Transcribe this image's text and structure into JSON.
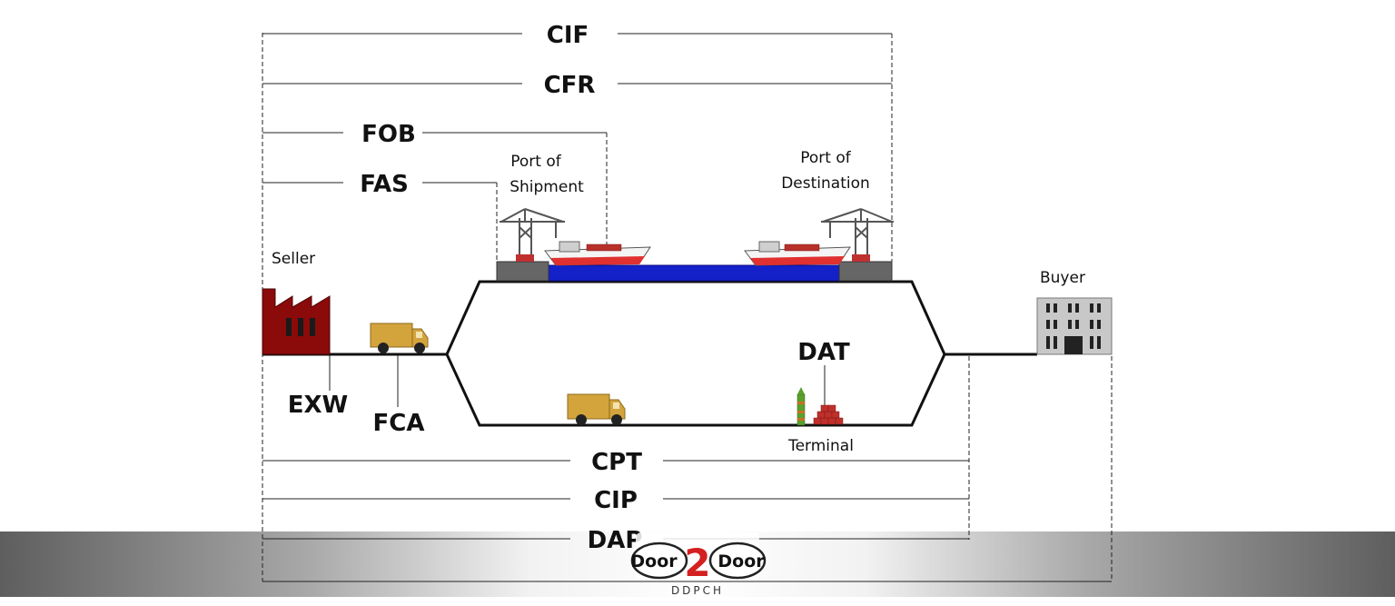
{
  "terms": {
    "cif": "CIF",
    "cfr": "CFR",
    "fob": "FOB",
    "fas": "FAS",
    "exw": "EXW",
    "fca": "FCA",
    "dat": "DAT",
    "cpt": "CPT",
    "cip": "CIP",
    "dap": "DAP"
  },
  "places": {
    "seller": "Seller",
    "buyer": "Buyer",
    "port_shipment_line1": "Port of",
    "port_shipment_line2": "Shipment",
    "port_destination_line1": "Port of",
    "port_destination_line2": "Destination",
    "terminal": "Terminal"
  },
  "logo": {
    "left_word": "Door",
    "middle": "2",
    "right_word": "Door",
    "subtitle": "DDPCH"
  },
  "colors": {
    "factory": "#8b0a0a",
    "truck": "#d4a43c",
    "water": "#1420c8",
    "ship_hull": "#e03030",
    "cargo": "#b8302a",
    "building": "#c8c8c8",
    "logo_accent": "#d42020"
  }
}
